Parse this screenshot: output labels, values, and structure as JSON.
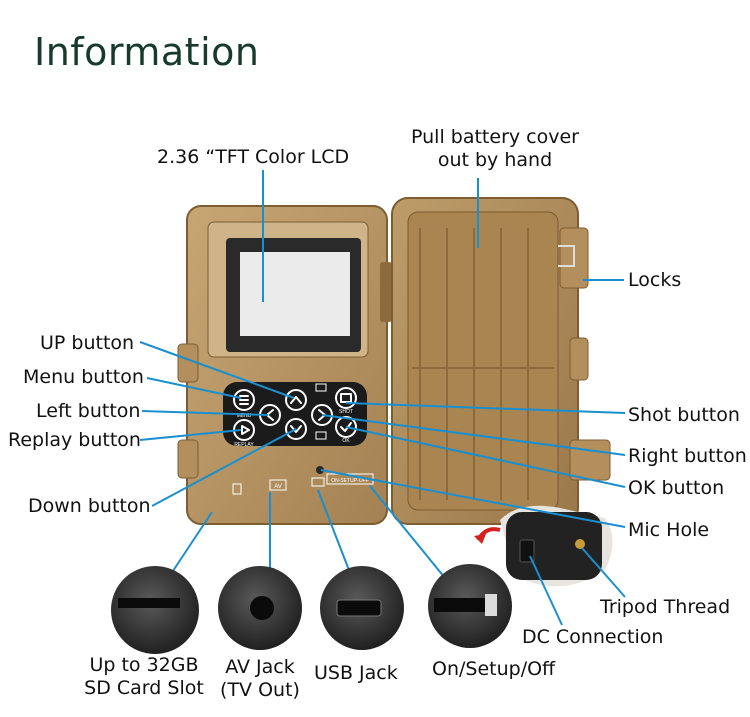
{
  "title": "Information",
  "labels": {
    "lcd": "2.36 “TFT Color LCD",
    "battery_line1": "Pull battery cover",
    "battery_line2": "out by hand",
    "locks": "Locks",
    "up": "UP button",
    "menu": "Menu button",
    "left": "Left button",
    "replay": "Replay button",
    "down": "Down button",
    "shot": "Shot button",
    "right": "Right button",
    "ok": "OK button",
    "mic": "Mic Hole",
    "tripod": "Tripod Thread",
    "dc": "DC Connection",
    "sd_line1": "Up to 32GB",
    "sd_line2": "SD Card Slot",
    "av_line1": "AV Jack",
    "av_line2": "(TV Out)",
    "usb": "USB Jack",
    "onoff": "On/Setup/Off"
  },
  "device_text": {
    "menu": "MENU",
    "shot": "SHOT",
    "replay": "REPLAY",
    "ok": "OK",
    "switch": "ON-SETUP-OFF",
    "av": "AV"
  },
  "colors": {
    "leader": "#1a8fd0",
    "title": "#173a2c",
    "housing": "#b89563",
    "housing_dark": "#8f6d3e",
    "panel": "#1b1b1b",
    "screen": "#ececec"
  }
}
